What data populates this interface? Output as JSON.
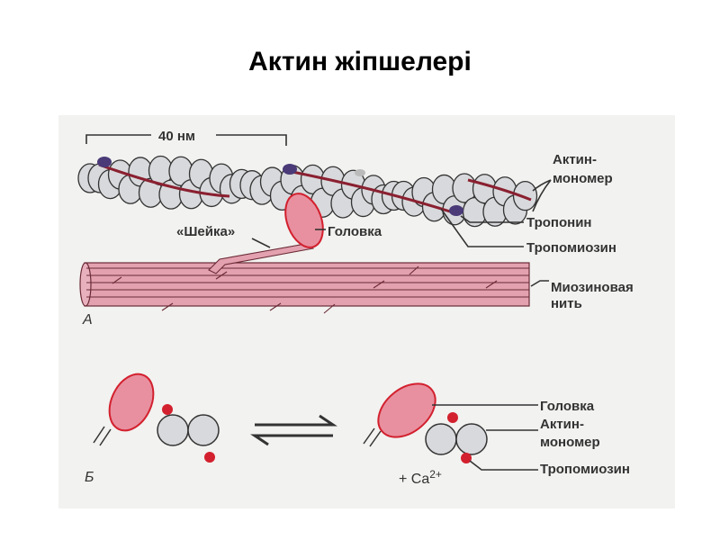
{
  "slide": {
    "title": "Актин жіпшелері"
  },
  "diagram": {
    "panel_a": {
      "scale_label": "40 нм",
      "labels": {
        "actin_monomer_1": "Актин-",
        "actin_monomer_2": "мономер",
        "troponin": "Тропонин",
        "tropomyosin": "Тропомиозин",
        "head": "Головка",
        "neck": "«Шейка»",
        "myosin_1": "Миозиновая",
        "myosin_2": "нить"
      },
      "panel_letter": "А"
    },
    "panel_b": {
      "labels": {
        "head": "Головка",
        "actin_monomer_1": "Актин-",
        "actin_monomer_2": "мономер",
        "tropomyosin": "Тропомиозин"
      },
      "calcium": "+ Ca",
      "calcium_sup": "2+",
      "panel_letter": "Б"
    },
    "colors": {
      "pink": "#e8909f",
      "red": "#d3202e",
      "grey": "#d8d9dc",
      "strand": "#8a2030",
      "troponin": "#4a3a78"
    }
  }
}
